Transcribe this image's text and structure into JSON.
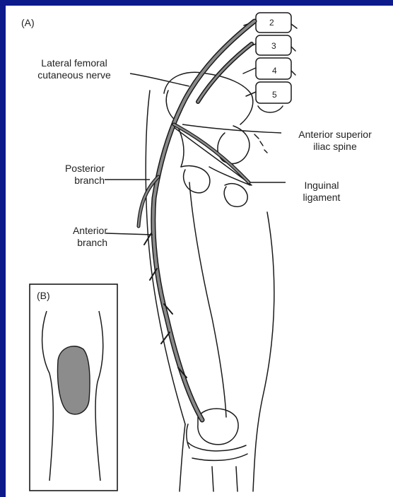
{
  "panels": {
    "a": "(A)",
    "b": "(B)"
  },
  "vertebrae": [
    "2",
    "3",
    "4",
    "5"
  ],
  "labels": {
    "lateral_femoral": [
      "Lateral femoral",
      "cutaneous nerve"
    ],
    "asis": [
      "Anterior superior",
      "iliac spine"
    ],
    "posterior_branch": [
      "Posterior",
      "branch"
    ],
    "inguinal": [
      "Inguinal",
      "ligament"
    ],
    "anterior_branch": [
      "Anterior",
      "branch"
    ]
  },
  "colors": {
    "border": "#0c1a8a",
    "nerve": "#8a8a8a",
    "shaded_area": "#8c8c8c"
  }
}
